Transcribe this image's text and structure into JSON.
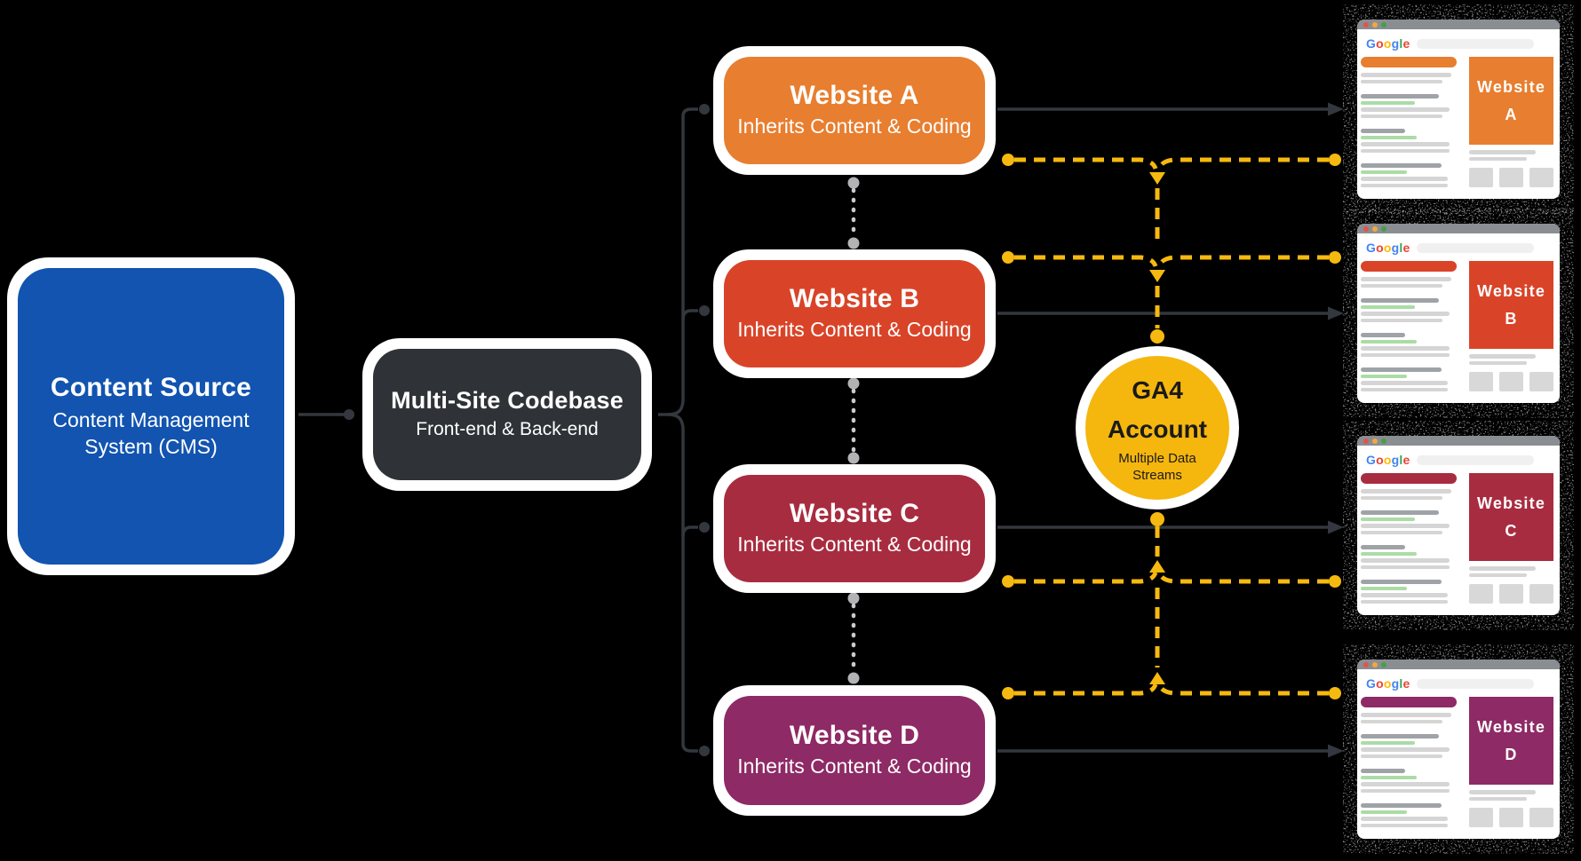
{
  "background_color": "#000000",
  "nodes": {
    "content_source": {
      "title": "Content Source",
      "subtitle": "Content Management System (CMS)",
      "color": "#1254B0",
      "text_color": "#FFFFFF"
    },
    "codebase": {
      "title": "Multi-Site Codebase",
      "subtitle": "Front-end & Back-end",
      "color": "#2F3237",
      "text_color": "#FFFFFF"
    },
    "ga4": {
      "title_line1": "GA4",
      "title_line2": "Account",
      "subtitle": "Multiple Data Streams",
      "color": "#F5B60E",
      "text_color": "#1A1A1A"
    }
  },
  "websites": [
    {
      "id": "A",
      "title": "Website A",
      "subtitle": "Inherits Content & Coding",
      "color": "#E87E2F",
      "text_color": "#FFFFFF"
    },
    {
      "id": "B",
      "title": "Website B",
      "subtitle": "Inherits Content & Coding",
      "color": "#D94429",
      "text_color": "#FFFFFF"
    },
    {
      "id": "C",
      "title": "Website C",
      "subtitle": "Inherits Content & Coding",
      "color": "#A82C40",
      "text_color": "#FFFFFF"
    },
    {
      "id": "D",
      "title": "Website D",
      "subtitle": "Inherits Content & Coding",
      "color": "#8E2A65",
      "text_color": "#FFFFFF"
    }
  ],
  "browsers": [
    {
      "label_line1": "Website",
      "label_line2": "A",
      "accent": "#E87E2F"
    },
    {
      "label_line1": "Website",
      "label_line2": "B",
      "accent": "#D94429"
    },
    {
      "label_line1": "Website",
      "label_line2": "C",
      "accent": "#A82C40"
    },
    {
      "label_line1": "Website",
      "label_line2": "D",
      "accent": "#8E2A65"
    }
  ],
  "browser_chrome": {
    "logo_letters": [
      {
        "ch": "G",
        "color": "#4285F4"
      },
      {
        "ch": "o",
        "color": "#EA4335"
      },
      {
        "ch": "o",
        "color": "#FBBC05"
      },
      {
        "ch": "g",
        "color": "#4285F4"
      },
      {
        "ch": "l",
        "color": "#34A853"
      },
      {
        "ch": "e",
        "color": "#EA4335"
      }
    ],
    "traffic_lights": {
      "close": "#E2544A",
      "minimize": "#F0A93F",
      "maximize": "#43A047"
    },
    "titlebar_color": "#8A8E92"
  },
  "connectors": {
    "dark_color": "#33373E",
    "gray_dashed_color": "#CACACC",
    "gray_dot_color": "#B3B3B5",
    "yellow_color": "#F6B90F"
  }
}
